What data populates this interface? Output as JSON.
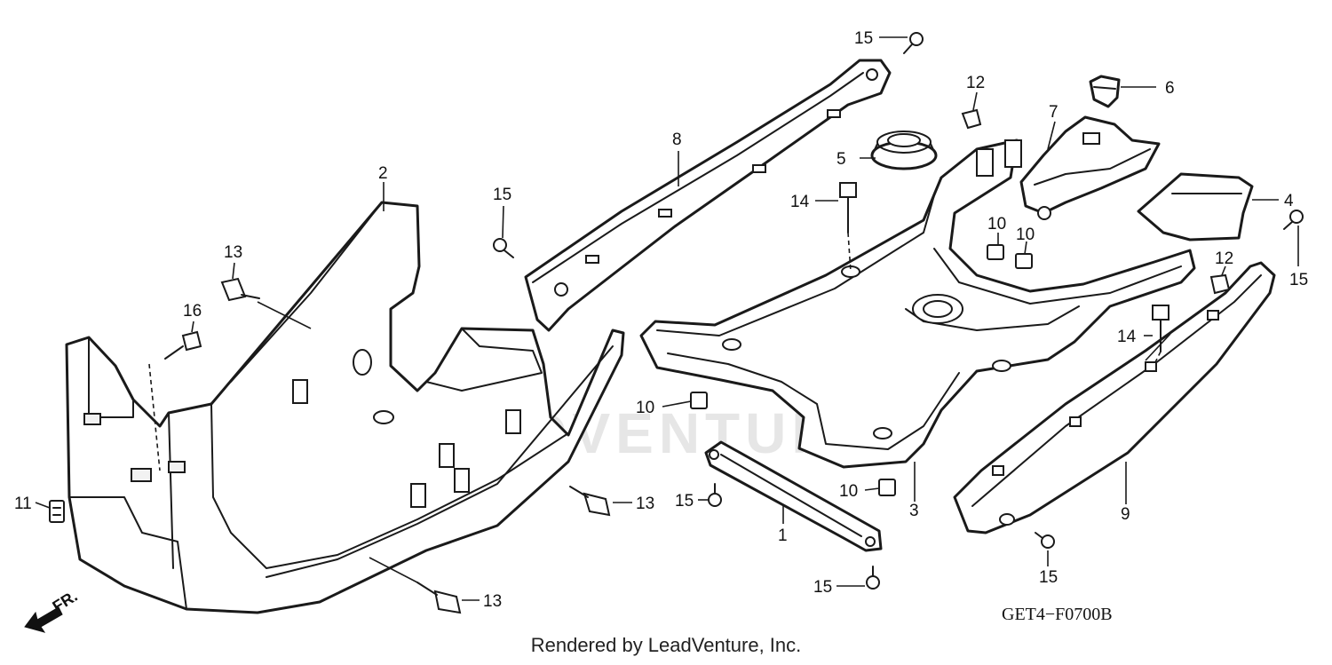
{
  "diagram": {
    "code": "GET4−F0700B",
    "front_label": "FR.",
    "watermark": "ADVENTURE",
    "credit": "Rendered by LeadVenture, Inc.",
    "callouts": {
      "c1": "1",
      "c2": "2",
      "c3": "3",
      "c4": "4",
      "c5": "5",
      "c6": "6",
      "c7": "7",
      "c8": "8",
      "c9": "9",
      "c10a": "10",
      "c10b": "10",
      "c10c": "10",
      "c10d": "10",
      "c11": "11",
      "c12a": "12",
      "c12b": "12",
      "c13a": "13",
      "c13b": "13",
      "c13c": "13",
      "c14a": "14",
      "c14b": "14",
      "c15a": "15",
      "c15b": "15",
      "c15c": "15",
      "c15d": "15",
      "c15e": "15",
      "c15f": "15",
      "c16": "16"
    }
  }
}
